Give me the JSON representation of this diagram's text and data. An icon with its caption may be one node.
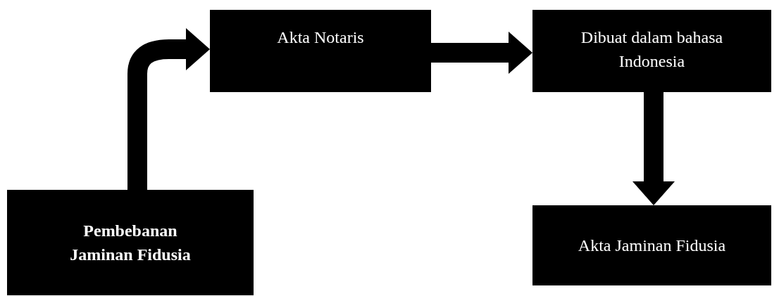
{
  "diagram": {
    "nodes": [
      {
        "text": [
          "Pembebanan Jaminan Fidusia"
        ]
      },
      {
        "text": [
          "Akta Notaris"
        ]
      },
      {
        "text": [
          "Dibuat dalam bahasa Indonesia"
        ]
      },
      {
        "text": [
          "Akta Jaminan Fidusia"
        ]
      }
    ],
    "edges": [
      {
        "from": 0,
        "to": 1,
        "arrow": "to"
      },
      {
        "from": 1,
        "to": 2,
        "arrow": "to"
      },
      {
        "from": 2,
        "to": 3,
        "arrow": "to"
      }
    ]
  }
}
